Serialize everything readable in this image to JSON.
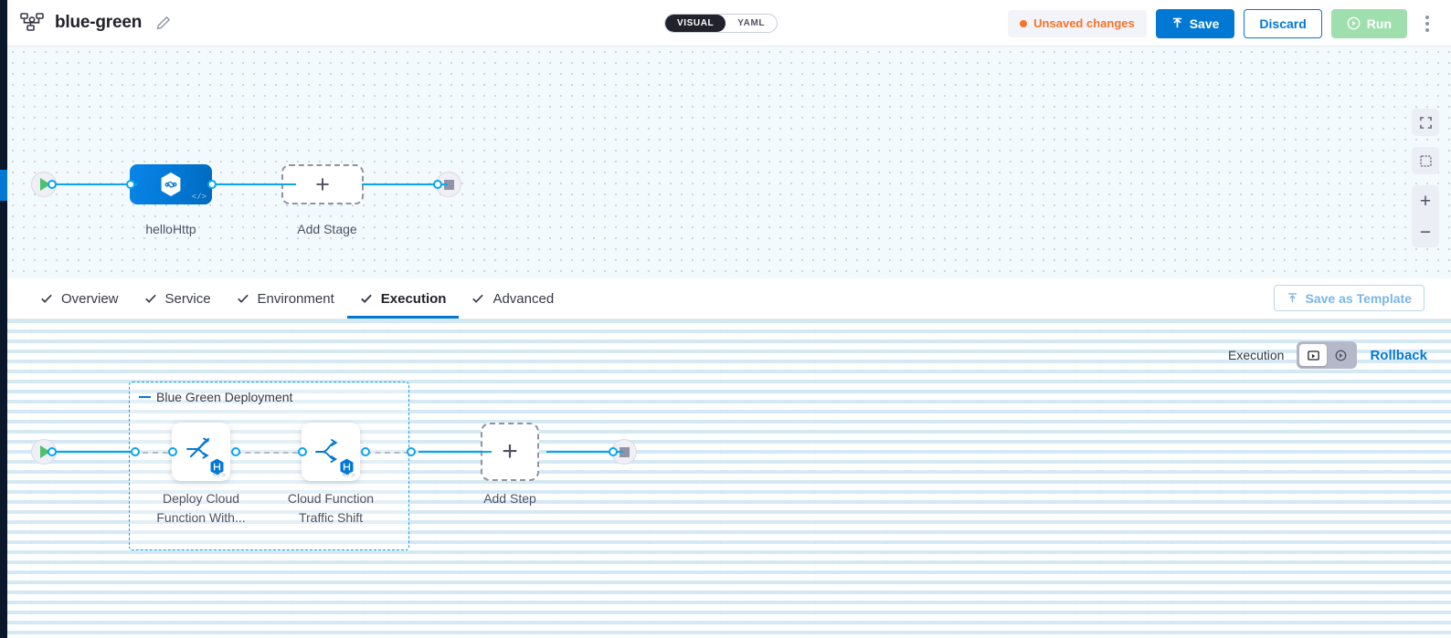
{
  "header": {
    "pipeline_icon": "pipeline-icon",
    "title": "blue-green",
    "edit_icon": "pencil-icon",
    "mode_toggle": {
      "options": [
        "VISUAL",
        "YAML"
      ],
      "selected": "VISUAL"
    },
    "unsaved_changes": "Unsaved changes",
    "save_label": "Save",
    "discard_label": "Discard",
    "run_label": "Run",
    "more_menu": "kebab-menu"
  },
  "tabs": [
    {
      "label": "Overview",
      "checked": true,
      "active": false
    },
    {
      "label": "Service",
      "checked": true,
      "active": false
    },
    {
      "label": "Environment",
      "checked": true,
      "active": false
    },
    {
      "label": "Execution",
      "checked": true,
      "active": true
    },
    {
      "label": "Advanced",
      "checked": true,
      "active": false
    }
  ],
  "save_as_template": "Save as Template",
  "stage_canvas": {
    "start_node": "start-node",
    "end_node": "end-node",
    "stages": [
      {
        "label": "helloHttp",
        "type": "stage",
        "icon": "harness-hexagon-icon",
        "badge": "</>"
      }
    ],
    "add_stage_label": "Add Stage",
    "add_stage_icon": "plus-icon"
  },
  "execution_panel": {
    "label": "Execution",
    "rollback_label": "Rollback",
    "toggle": [
      {
        "icon": "execution-view-icon",
        "active": true
      },
      {
        "icon": "rollback-view-icon",
        "active": false
      }
    ]
  },
  "step_canvas": {
    "start_node": "start-node",
    "end_node": "end-node",
    "group": {
      "label": "Blue Green Deployment",
      "steps": [
        {
          "label": "Deploy Cloud Function With...",
          "icon": "deploy-cloud-function-icon",
          "badge": "harness-hex-badge",
          "code": "</>"
        },
        {
          "label": "Cloud Function Traffic Shift",
          "icon": "traffic-shift-icon",
          "badge": "harness-hex-badge",
          "code": "</>"
        }
      ]
    },
    "add_step_label": "Add Step",
    "add_step_icon": "plus-icon"
  },
  "canvas_controls": [
    {
      "name": "fullscreen",
      "icon": "expand-icon"
    },
    {
      "name": "zoom-to-fit",
      "icon": "fit-screen-icon"
    },
    {
      "name": "zoom-in",
      "icon": "plus-icon"
    },
    {
      "name": "zoom-out",
      "icon": "minus-icon"
    }
  ],
  "colors": {
    "accent_blue": "#0278d5",
    "edge_blue": "#0ba5ec",
    "warning_orange": "#f3742a",
    "run_green": "#9fdfae",
    "canvas_top_bg": "#f2fafd"
  }
}
